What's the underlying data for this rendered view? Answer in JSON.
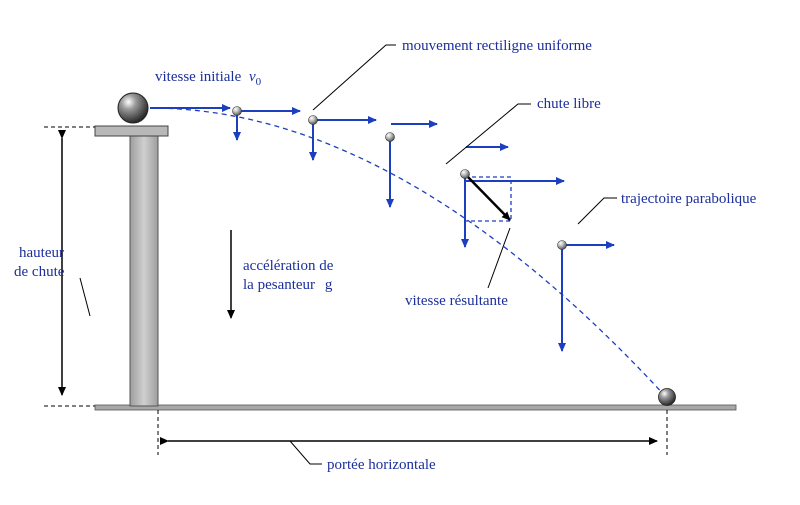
{
  "labels": {
    "vitesse_initiale": "vitesse initiale",
    "v0_symbol": "v",
    "v0_subscript": "0",
    "mouvement": "mouvement rectiligne uniforme",
    "chute_libre": "chute libre",
    "trajectoire": "trajectoire parabolique",
    "hauteur_line1": "hauteur",
    "hauteur_line2": "de chute",
    "acceleration_line1": "accélération de",
    "acceleration_line2": "la pesanteur",
    "g_symbol": "g",
    "vitesse_resultante": "vitesse résultante",
    "portee": "portée horizontale"
  },
  "colors": {
    "vector_blue": "#1c3fbf",
    "label_blue": "#1c2f9c",
    "pillar_gray": "#bdbdbd",
    "ground_gray": "#a8a8a8"
  },
  "icons": {
    "ball": "sphere-ball-icon",
    "small_ball": "small-sphere-icon"
  }
}
